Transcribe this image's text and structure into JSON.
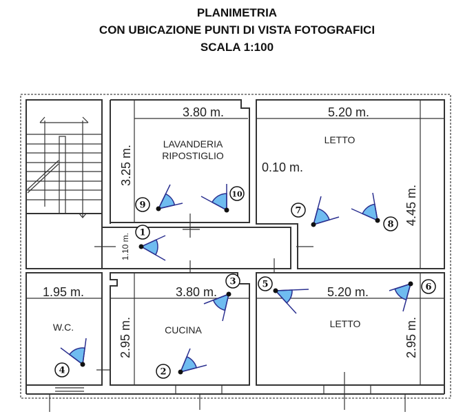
{
  "title": {
    "line1": "PLANIMETRIA",
    "line2": "CON UBICAZIONE PUNTI DI VISTA FOTOGRAFICI",
    "line3": "SCALA 1:100"
  },
  "rooms": {
    "lavanderia": "LAVANDERIA",
    "ripostiglio": "RIPOSTIGLIO",
    "letto_top": "LETTO",
    "wc": "W.C.",
    "cucina": "CUCINA",
    "letto_bottom": "LETTO"
  },
  "dimensions": {
    "lav_width": "3.80 m.",
    "lav_height": "3.25 m.",
    "letto_top_width": "5.20 m.",
    "letto_top_height": "4.45 m.",
    "wall": "0.10 m.",
    "corridor": "1.10 m.",
    "wc_width": "1.95 m.",
    "cucina_width": "3.80 m.",
    "cucina_height": "2.95 m.",
    "letto_bottom_width": "5.20 m.",
    "letto_bottom_height": "2.95 m."
  },
  "viewpoints": [
    "1",
    "2",
    "3",
    "4",
    "5",
    "6",
    "7",
    "8",
    "9",
    "10"
  ],
  "colors": {
    "wedge_fill": "#6fbcf0",
    "wedge_stroke": "#2a2f8f",
    "walls": "#333333"
  }
}
